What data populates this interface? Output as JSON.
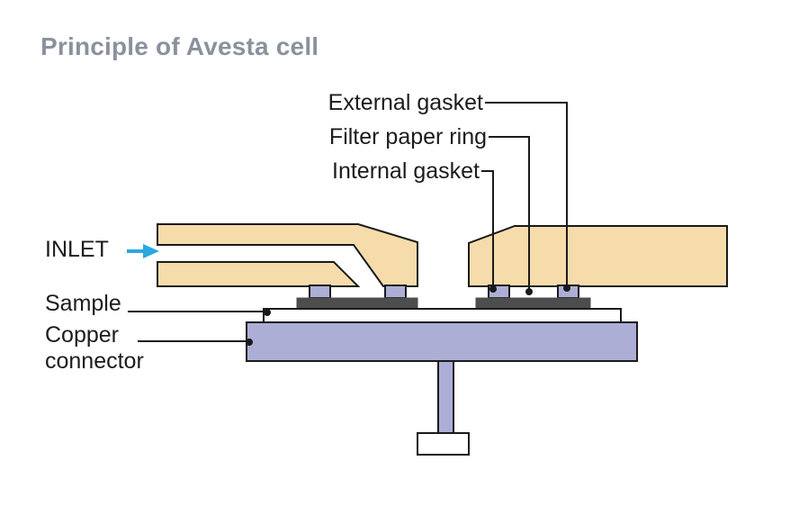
{
  "title": "Principle of Avesta cell",
  "callouts": {
    "external_gasket": "External gasket",
    "filter_paper_ring": "Filter paper ring",
    "internal_gasket": "Internal gasket",
    "inlet": "INLET",
    "sample": "Sample",
    "copper_connector_line1": "Copper",
    "copper_connector_line2": "connector"
  },
  "colors": {
    "title_text": "#8b919c",
    "label_text": "#1c1c1c",
    "cell_body": "#f6dcab",
    "copper": "#adaed6",
    "gasket": "#4d4d4d",
    "outline": "#1a1a1a",
    "inlet_arrow": "#29a8e0",
    "background": "#ffffff"
  }
}
